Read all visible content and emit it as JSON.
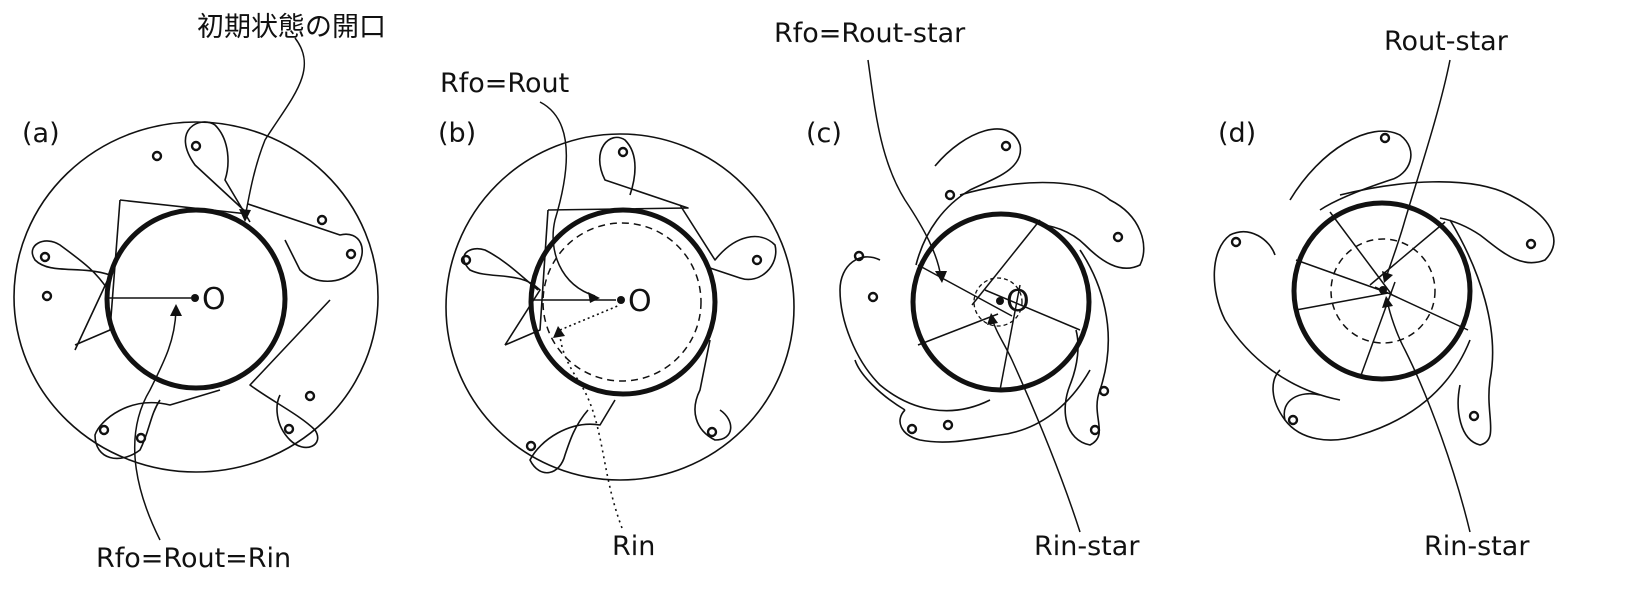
{
  "panels": [
    {
      "id": "a",
      "label": "(a)",
      "center_label": "O",
      "annotations": {
        "top": "初期状態の開口",
        "bottom": "Rfo=Rout=Rin"
      }
    },
    {
      "id": "b",
      "label": "(b)",
      "center_label": "O",
      "annotations": {
        "top": "Rfo=Rout",
        "bottom": "Rin"
      }
    },
    {
      "id": "c",
      "label": "(c)",
      "center_label": "O",
      "annotations": {
        "top": "Rfo=Rout-star",
        "bottom": "Rin-star"
      }
    },
    {
      "id": "d",
      "label": "(d)",
      "annotations": {
        "top": "Rout-star",
        "bottom": "Rin-star"
      }
    }
  ]
}
